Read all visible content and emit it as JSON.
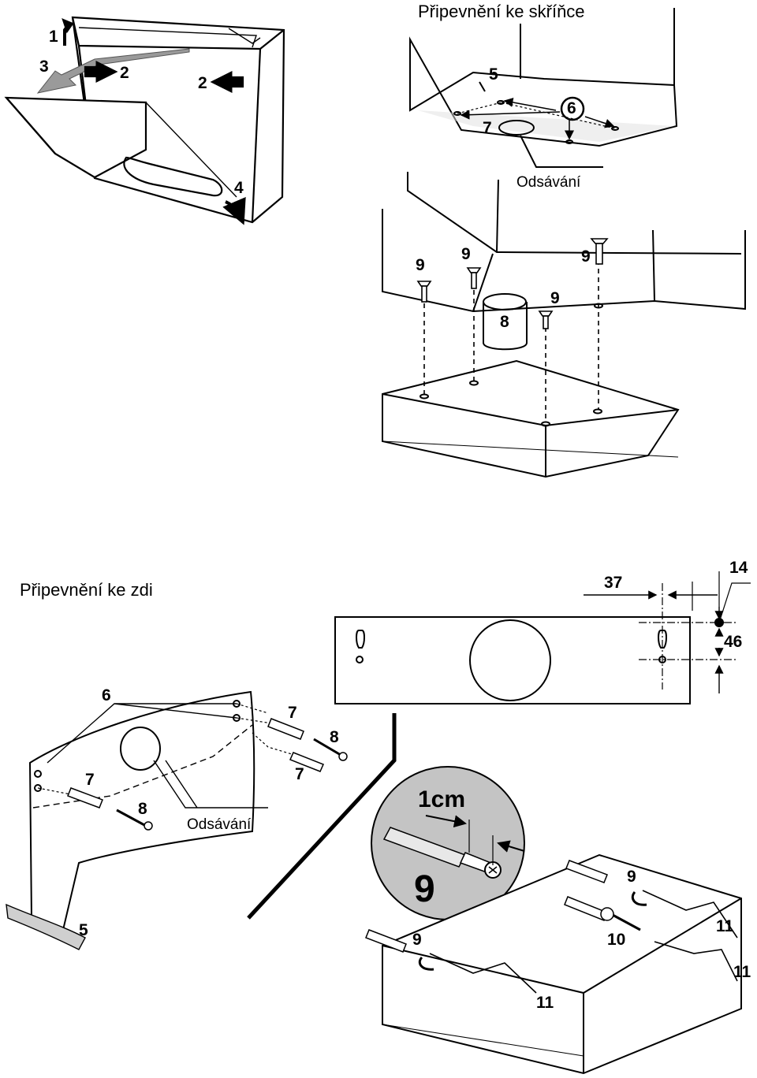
{
  "titles": {
    "cabinet": "Připevnění ke skříňce",
    "wall": "Připevnění ke zdi"
  },
  "labels": {
    "extraction_top": "Odsávání",
    "extraction_wall": "Odsávání",
    "one_cm": "1cm"
  },
  "dimensions": {
    "d37": "37",
    "d14": "14",
    "d46": "46"
  },
  "step1": {
    "n1": "1",
    "n2a": "2",
    "n2b": "2",
    "n3": "3",
    "n4": "4"
  },
  "step2": {
    "n5": "5",
    "n6": "6",
    "n7": "7"
  },
  "step3": {
    "n9a": "9",
    "n9b": "9",
    "n9c": "9",
    "n9d": "9",
    "n8": "8"
  },
  "wall_left": {
    "n6": "6",
    "n7a": "7",
    "n7b": "7",
    "n7c": "7",
    "n8a": "8",
    "n8b": "8",
    "n5": "5"
  },
  "detail": {
    "n9": "9"
  },
  "mount": {
    "n9a": "9",
    "n9b": "9",
    "n10": "10",
    "n11a": "11",
    "n11b": "11",
    "n11c": "11"
  }
}
